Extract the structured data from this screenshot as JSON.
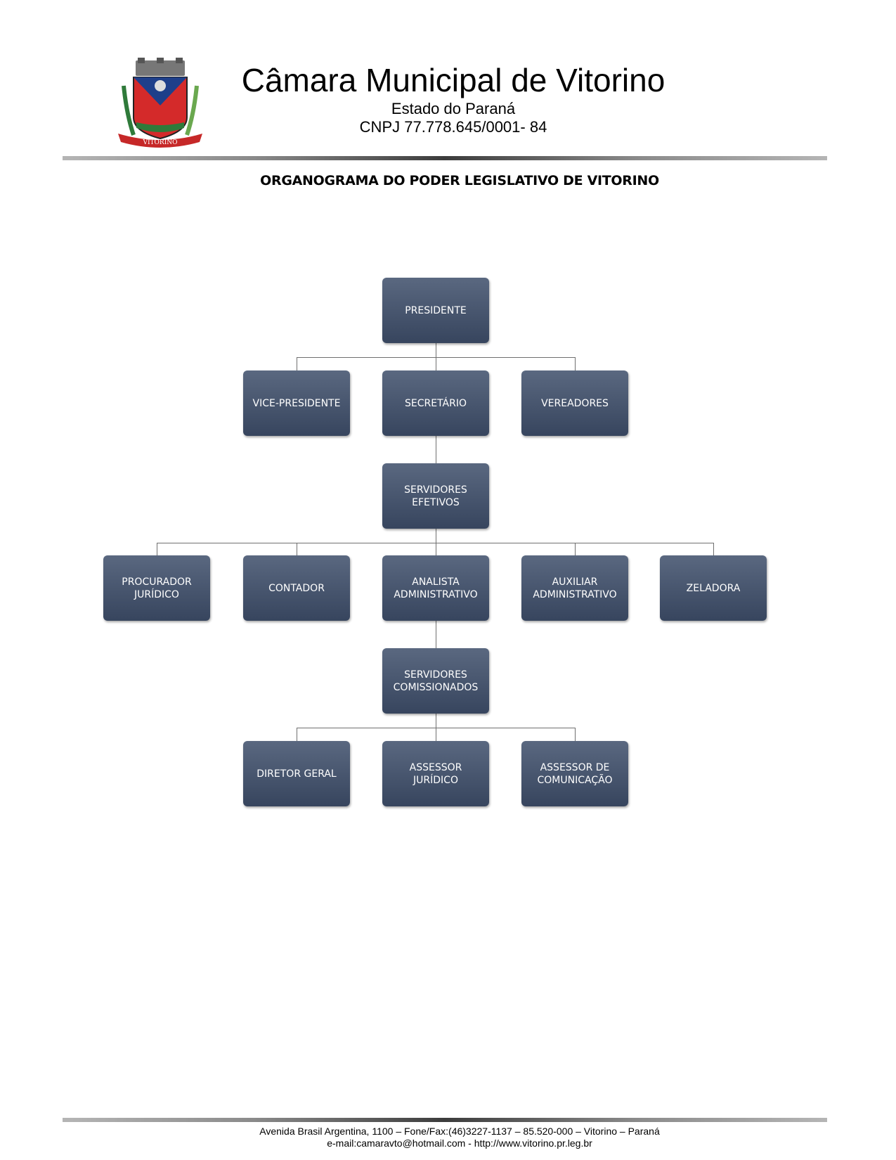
{
  "header": {
    "title": "Câmara Municipal de Vitorino",
    "state": "Estado do Paraná",
    "cnpj": "CNPJ 77.778.645/0001- 84",
    "logo_text": "VITORINO"
  },
  "document_title": "ORGANOGRAMA DO PODER LEGISLATIVO DE VITORINO",
  "org_chart": {
    "president": "PRESIDENTE",
    "board": [
      "VICE-PRESIDENTE",
      "SECRETÁRIO",
      "VEREADORES"
    ],
    "effective": "SERVIDORES\nEFETIVOS",
    "effective_staff": [
      "PROCURADOR\nJURÍDICO",
      "CONTADOR",
      "ANALISTA\nADMINISTRATIVO",
      "AUXILIAR\nADMINISTRATIVO",
      "ZELADORA"
    ],
    "commissioned": "SERVIDORES\nCOMISSIONADOS",
    "commissioned_staff": [
      "DIRETOR GERAL",
      "ASSESSOR\nJURÍDICO",
      "ASSESSOR DE\nCOMUNICAÇÃO"
    ]
  },
  "footer": {
    "address": "Avenida Brasil Argentina, 1100 – Fone/Fax:(46)3227-1137 – 85.520-000 – Vitorino – Paraná",
    "contact": "e-mail:camaravto@hotmail.com - http://www.vitorino.pr.leg.br"
  },
  "colors": {
    "node": "#46536b",
    "line": "#6f6f6f"
  }
}
